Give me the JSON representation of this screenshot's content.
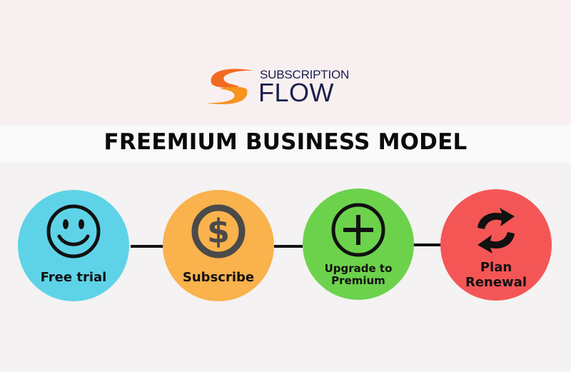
{
  "brand": {
    "line1": "SUBSCRIPTION",
    "line2": "FLOW"
  },
  "title": "FREEMIUM BUSINESS MODEL",
  "steps": [
    {
      "label": "Free trial",
      "icon": "smiley-icon",
      "color": "#5ed3e8"
    },
    {
      "label": "Subscribe",
      "icon": "dollar-coin-icon",
      "color": "#f9b24c"
    },
    {
      "label": "Upgrade to\nPremium",
      "icon": "plus-circle-icon",
      "color": "#6cd24c"
    },
    {
      "label": "Plan\nRenewal",
      "icon": "refresh-arrows-icon",
      "color": "#f45656"
    }
  ],
  "colors": {
    "brand_orange": "#f26a21",
    "brand_navy": "#1a1f4d",
    "connector": "#111111"
  }
}
